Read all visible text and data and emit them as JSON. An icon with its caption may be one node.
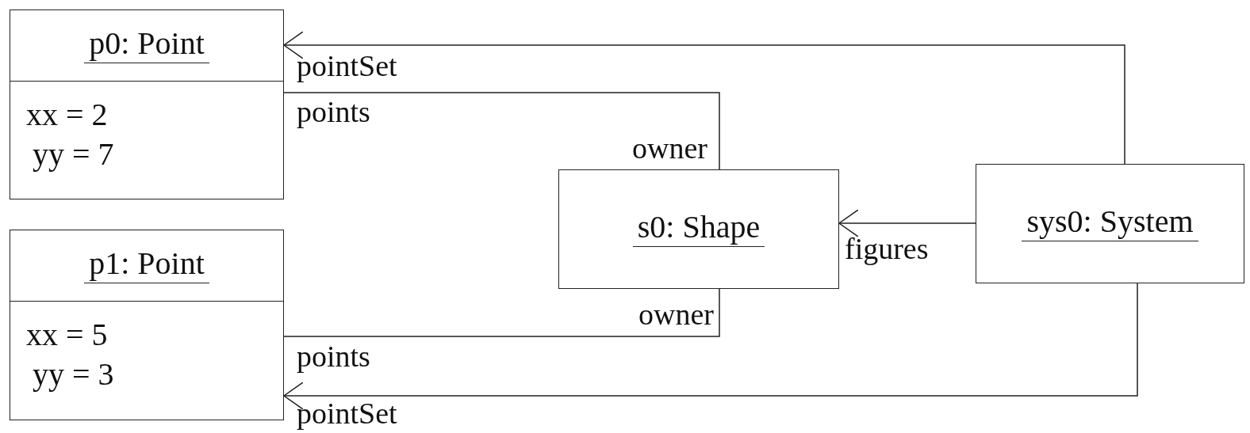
{
  "diagram": {
    "nodes": [
      {
        "text": [
          "p0: Point",
          "xx = 2",
          "yy = 7"
        ]
      },
      {
        "text": [
          "p1: Point",
          "xx = 5",
          "yy = 3"
        ]
      },
      {
        "text": [
          "s0: Shape"
        ]
      },
      {
        "text": [
          "sys0: System"
        ]
      }
    ],
    "edges": [
      {
        "from": 3,
        "to": 0,
        "arrow": "to"
      },
      {
        "from": 2,
        "to": 0,
        "arrow": "none"
      },
      {
        "from": 3,
        "to": 2,
        "arrow": "to"
      },
      {
        "from": 2,
        "to": 1,
        "arrow": "none"
      },
      {
        "from": 3,
        "to": 1,
        "arrow": "to"
      }
    ],
    "labels": [
      "pointSet",
      "points",
      "owner",
      "figures",
      "owner",
      "points",
      "pointSet"
    ]
  }
}
